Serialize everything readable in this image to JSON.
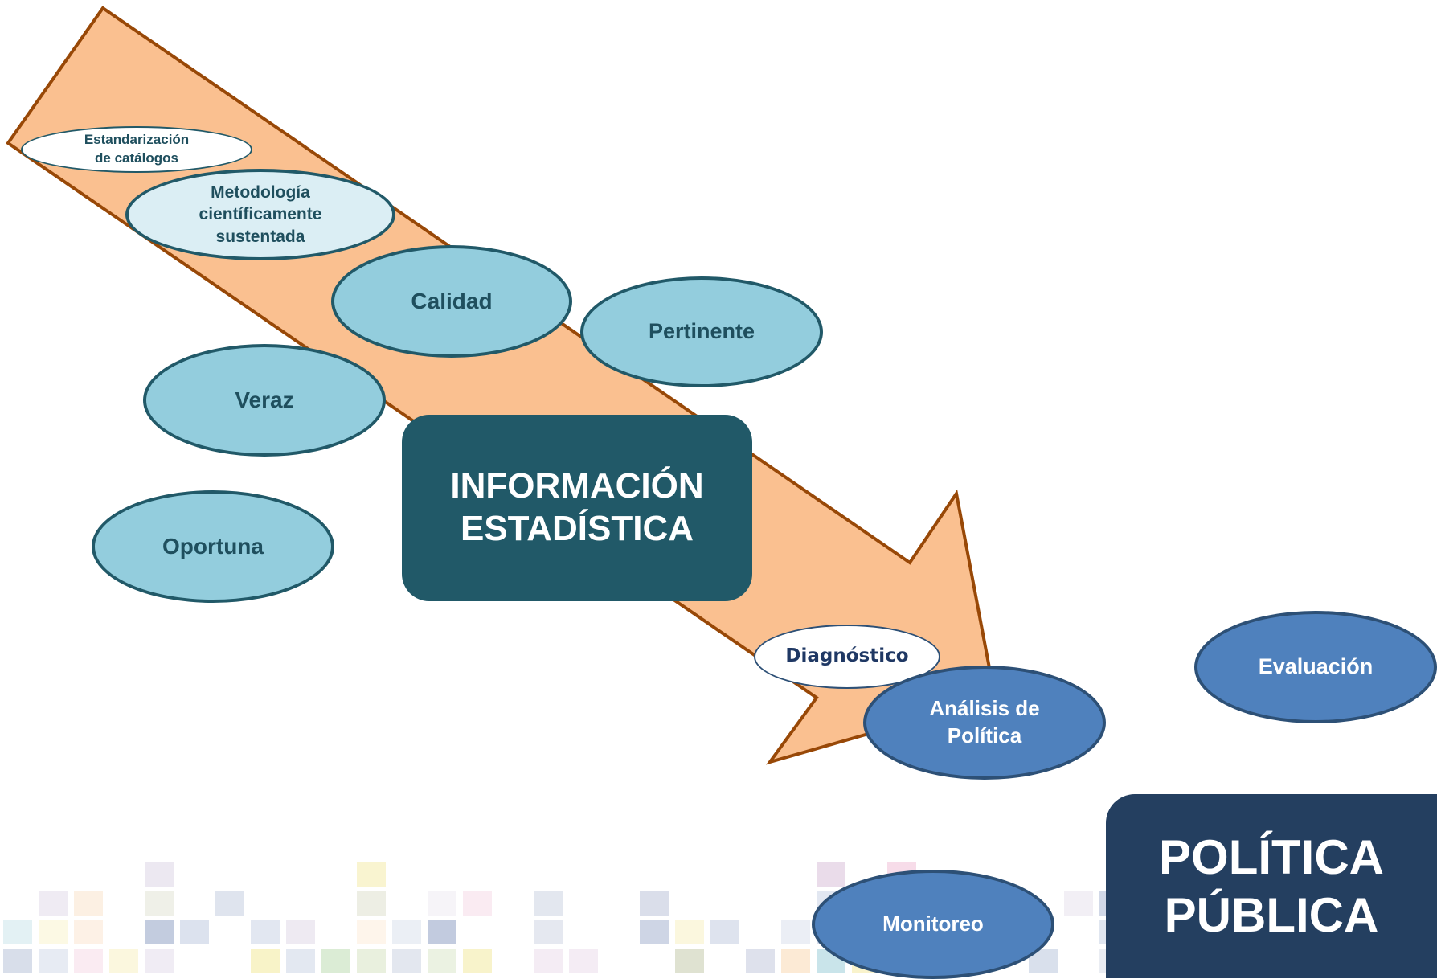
{
  "colors": {
    "arrow_fill": "#fac090",
    "arrow_stroke": "#984807",
    "info_box": "#215968",
    "policy_box": "#243f60",
    "ellipse_light": "#93cddd",
    "ellipse_blue": "#4f81bd"
  },
  "info_box": {
    "label": "INFORMACIÓN\nESTADÍSTICA"
  },
  "policy_box": {
    "label": "POLÍTICA\nPÚBLICA"
  },
  "ellipses": {
    "estandarizacion": "Estandarización\nde catálogos",
    "metodologia": "Metodología\ncientíficamente\nsustentada",
    "calidad": "Calidad",
    "pertinente": "Pertinente",
    "veraz": "Veraz",
    "oportuna": "Oportuna",
    "diagnostico": "Diagnóstico",
    "analisis": "Análisis de\nPolítica",
    "evaluacion": "Evaluación",
    "monitoreo": "Monitoreo"
  }
}
